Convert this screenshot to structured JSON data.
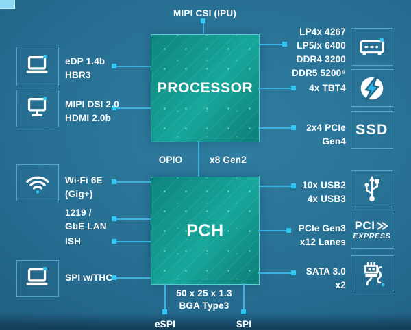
{
  "colors": {
    "background": "#276f93",
    "chip_teal": "#12968c",
    "line_cyan": "#3bb3e0",
    "accent_cyan": "#2fc6f3",
    "text": "#ffffff"
  },
  "top": {
    "mipi_label": "MIPI CSI (IPU)"
  },
  "processor": {
    "label": "PROCESSOR"
  },
  "pch": {
    "label": "PCH",
    "dim1": "50 x 25 x 1.3",
    "dim2": "BGA Type3"
  },
  "link": {
    "left_label": "OPIO",
    "right_label": "x8 Gen2"
  },
  "bottom": {
    "espi": "eSPI",
    "spi": "SPI"
  },
  "left_items": [
    {
      "icon": "laptop-icon",
      "lines": [
        "eDP 1.4b",
        "HBR3"
      ]
    },
    {
      "icon": "monitor-icon",
      "lines": [
        "MIPI DSI 2.0",
        "HDMI 2.0b"
      ]
    },
    {
      "icon": "wifi-icon",
      "lines": [
        "Wi-Fi 6E",
        "(Gig+)"
      ]
    },
    {
      "icon": "none",
      "lines": [
        "1219 /",
        "GbE LAN"
      ]
    },
    {
      "icon": "none",
      "lines": [
        "ISH"
      ]
    },
    {
      "icon": "laptop-icon",
      "lines": [
        "SPI w/THC"
      ]
    }
  ],
  "right_items": [
    {
      "icon": "memory-module-icon",
      "lines": [
        "LP4x 4267",
        "LP5/x 6400",
        "DDR4 3200",
        "DDR5 5200⁹"
      ]
    },
    {
      "icon": "thunderbolt-icon",
      "lines": [
        "4x TBT4"
      ]
    },
    {
      "icon": "ssd-label",
      "lines": [
        "2x4 PCIe",
        "Gen4"
      ]
    },
    {
      "icon": "usb-icon",
      "lines": [
        "10x USB2",
        "4x USB3"
      ]
    },
    {
      "icon": "pci-express-logo",
      "lines": [
        "PCIe Gen3",
        "x12 Lanes"
      ]
    },
    {
      "icon": "sata-cable-icon",
      "lines": [
        "SATA 3.0",
        "x2"
      ]
    }
  ],
  "icon_text": {
    "ssd": "SSD",
    "pci": "PCI",
    "express": "EXPRESS"
  }
}
